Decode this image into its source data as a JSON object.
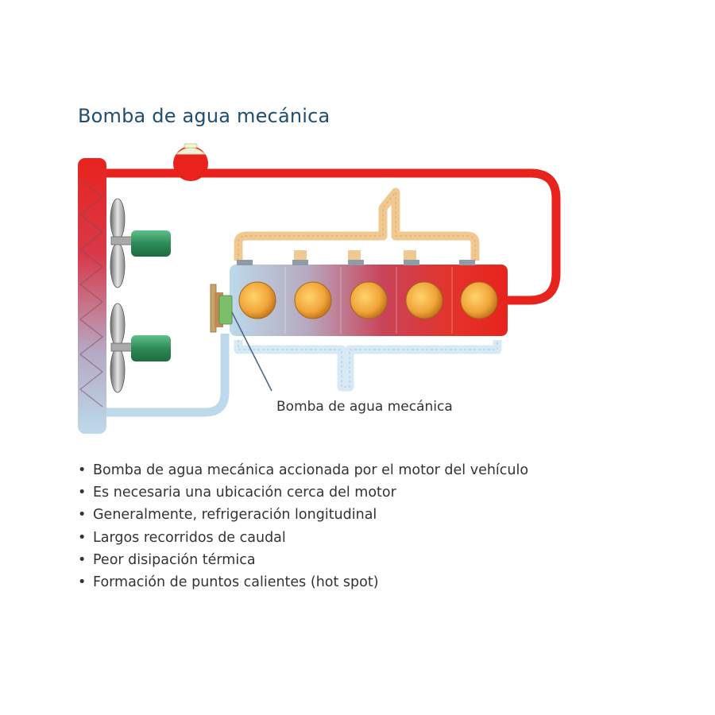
{
  "title": "Bomba de agua mecánica",
  "diagram": {
    "callout_label": "Bomba de agua mecánica",
    "colors": {
      "hot": "#e8231d",
      "cold": "#b9d9ea",
      "header_tank": "#f0c990",
      "fan_motor": "#2e8b57"
    }
  },
  "bullets": [
    "Bomba de agua mecánica accionada por el motor del vehículo",
    "Es necesaria una ubicación cerca del motor",
    "Generalmente, refrigeración longitudinal",
    "Largos recorridos de caudal",
    "Peor disipación térmica",
    "Formación de puntos calientes (hot spot)"
  ]
}
